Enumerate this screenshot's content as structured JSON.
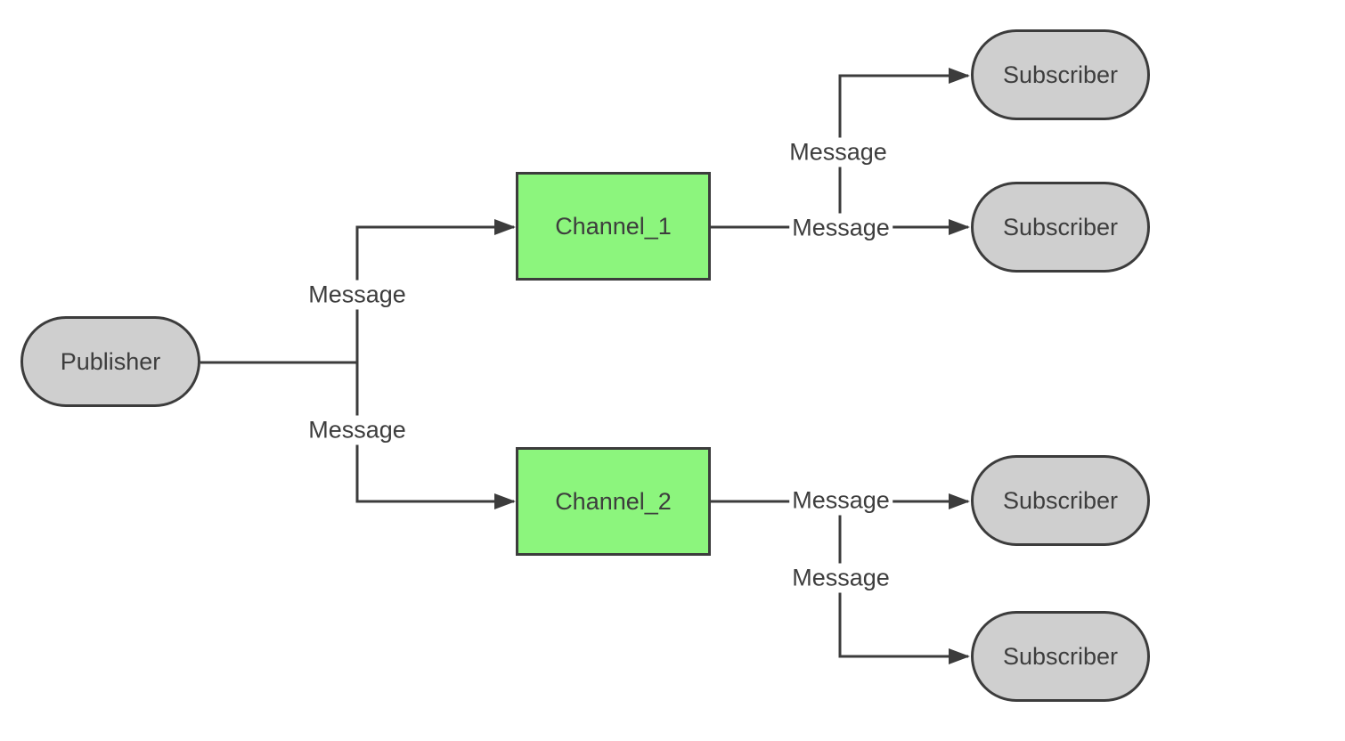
{
  "diagram": {
    "type": "publish-subscribe-flow",
    "background": "#ffffff",
    "colors": {
      "endpoint_fill": "#cfcfcf",
      "channel_fill": "#8cf57d",
      "stroke": "#3c3c3c",
      "text": "#3d3d3d",
      "edge_label_background": "#ffffff"
    },
    "nodes": [
      {
        "id": "publisher",
        "label": "Publisher",
        "shape": "stadium",
        "fill": "#cfcfcf"
      },
      {
        "id": "channel-1",
        "label": "Channel_1",
        "shape": "rectangle",
        "fill": "#8cf57d"
      },
      {
        "id": "channel-2",
        "label": "Channel_2",
        "shape": "rectangle",
        "fill": "#8cf57d"
      },
      {
        "id": "subscriber-1",
        "label": "Subscriber",
        "shape": "stadium",
        "fill": "#cfcfcf"
      },
      {
        "id": "subscriber-2",
        "label": "Subscriber",
        "shape": "stadium",
        "fill": "#cfcfcf"
      },
      {
        "id": "subscriber-3",
        "label": "Subscriber",
        "shape": "stadium",
        "fill": "#cfcfcf"
      },
      {
        "id": "subscriber-4",
        "label": "Subscriber",
        "shape": "stadium",
        "fill": "#cfcfcf"
      }
    ],
    "edges": [
      {
        "from": "publisher",
        "to": "channel-1",
        "label": "Message",
        "arrow": true
      },
      {
        "from": "publisher",
        "to": "channel-2",
        "label": "Message",
        "arrow": true
      },
      {
        "from": "channel-1",
        "to": "subscriber-1",
        "label": "Message",
        "arrow": true
      },
      {
        "from": "channel-1",
        "to": "subscriber-2",
        "label": "Message",
        "arrow": true
      },
      {
        "from": "channel-2",
        "to": "subscriber-3",
        "label": "Message",
        "arrow": true
      },
      {
        "from": "channel-2",
        "to": "subscriber-4",
        "label": "Message",
        "arrow": true
      }
    ]
  }
}
